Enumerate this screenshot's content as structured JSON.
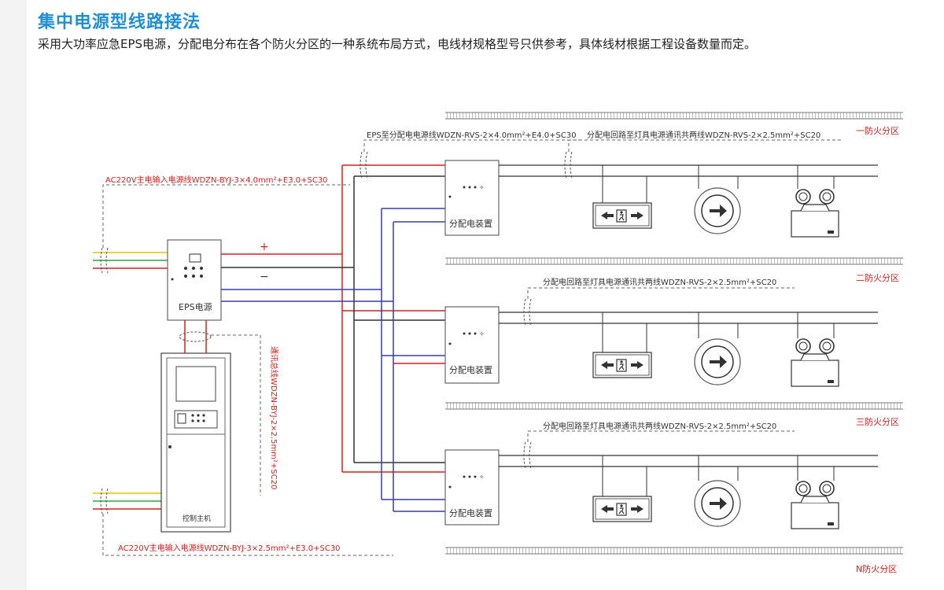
{
  "title": "集中电源型线路接法",
  "subtitle": "采用大功率应急EPS电源，分配电分布在各个防火分区的一种系统布局方式，电线材规格型号只供参考，具体线材根据工程设备数量而定。",
  "labels": {
    "ac_input_top": "AC220V主电输入电源线WDZN-BYJ-3×4.0mm²+E3.0+SC30",
    "ac_input_bottom": "AC220V主电输入电源线WDZN-BYJ-3×2.5mm²+E3.0+SC30",
    "eps_feed": "EPS至分配电电源线WDZN-RVS-2×4.0mm²+E4.0+SC30",
    "branch_zone1": "分配电回路至灯具电源通讯共两线WDZN-RVS-2×2.5mm²+SC20",
    "branch_zone2": "分配电回路至灯具电源通讯共两线WDZN-RVS-2×2.5mm²+SC20",
    "branch_zone3": "分配电回路至灯具电源通讯共两线WDZN-RVS-2×2.5mm²+SC20",
    "comm_bus": "通讯总线WDZN-BYJ-2×2.5mm²+SC20",
    "plus": "+",
    "minus": "−"
  },
  "devices": {
    "eps": "EPS电源",
    "controller": "控制主机",
    "dist1": "分配电装置",
    "dist2": "分配电装置",
    "dist3": "分配电装置"
  },
  "zones": [
    "一防火分区",
    "二防火分区",
    "三防火分区",
    "N防火分区"
  ],
  "colors": {
    "accent_title": "#1f8fd6",
    "wire_red": "#d81e1e",
    "wire_blue": "#3a3fa8",
    "wire_black": "#333333",
    "wire_yellow": "#e8c400",
    "wire_green": "#2aa640",
    "zone_text": "#d81e1e"
  },
  "icons": [
    "exit-sign-icon",
    "direction-light-icon",
    "emergency-light-icon"
  ]
}
